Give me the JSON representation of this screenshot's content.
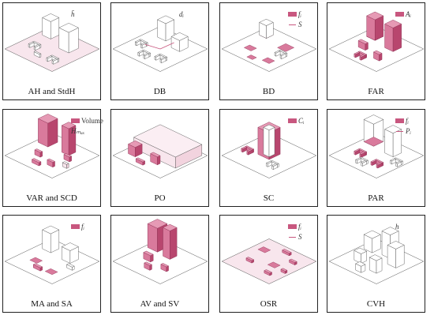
{
  "panels": [
    {
      "caption": "AH and StdH",
      "legend": [
        {
          "kind": "label",
          "text": "h̄"
        }
      ]
    },
    {
      "caption": "DB",
      "legend": [
        {
          "kind": "label",
          "text": "dᵢ"
        }
      ]
    },
    {
      "caption": "BD",
      "legend": [
        {
          "kind": "swatch",
          "text": "fᵢ"
        },
        {
          "kind": "line",
          "text": "S"
        }
      ]
    },
    {
      "caption": "FAR",
      "legend": [
        {
          "kind": "swatch",
          "text": "Aᵢ"
        }
      ]
    },
    {
      "caption": "VAR and SCD",
      "legend": [
        {
          "kind": "swatch",
          "text": "Volume"
        },
        {
          "kind": "label",
          "text": "Hₘₐₓ"
        }
      ]
    },
    {
      "caption": "PO",
      "legend": []
    },
    {
      "caption": "SC",
      "legend": [
        {
          "kind": "swatch",
          "text": "Cᵢ"
        }
      ]
    },
    {
      "caption": "PAR",
      "legend": [
        {
          "kind": "swatch",
          "text": "fᵢ"
        },
        {
          "kind": "line",
          "text": "Pᵢ"
        }
      ]
    },
    {
      "caption": "MA and SA",
      "legend": [
        {
          "kind": "swatch",
          "text": "fᵢ"
        }
      ]
    },
    {
      "caption": "AV and SV",
      "legend": []
    },
    {
      "caption": "OSR",
      "legend": [
        {
          "kind": "swatch",
          "text": "fᵢ"
        },
        {
          "kind": "line",
          "text": "S"
        }
      ]
    },
    {
      "caption": "CVH",
      "legend": [
        {
          "kind": "label",
          "text": "h"
        }
      ]
    }
  ],
  "colors": {
    "accent": "#c8577f",
    "fill": "#d97a9c",
    "tint": "#f8e6ed",
    "stroke": "#555555",
    "border": "#222222"
  }
}
